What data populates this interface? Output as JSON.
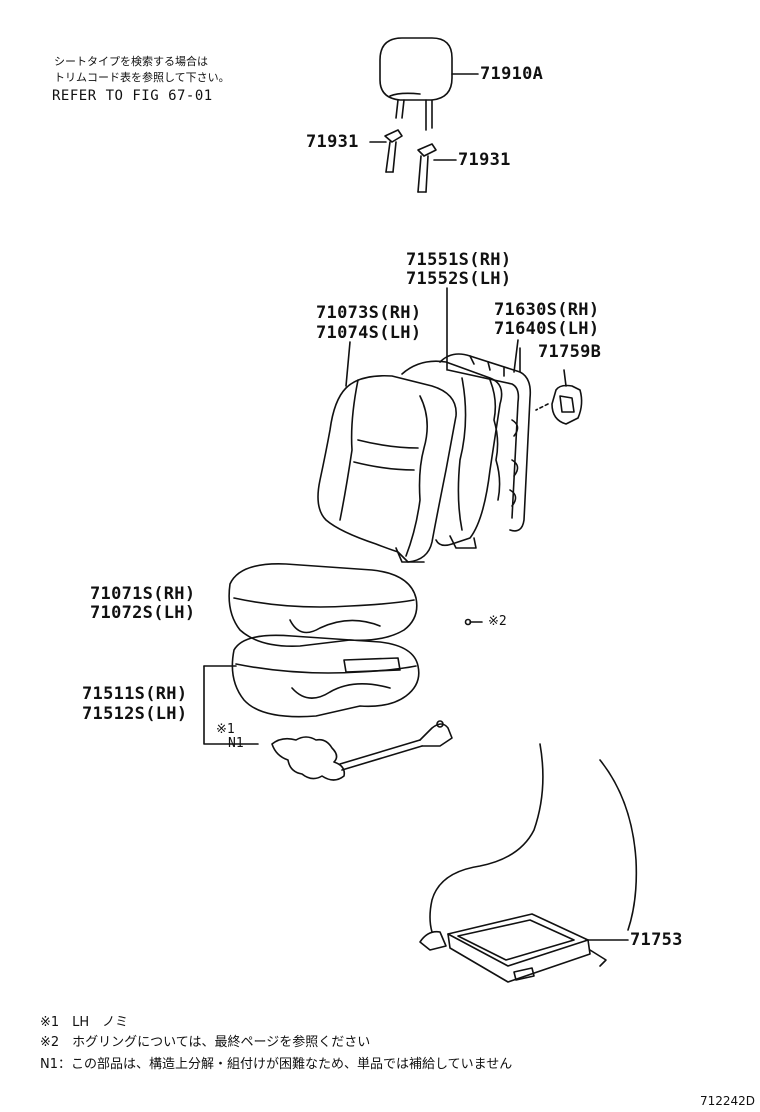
{
  "notes": {
    "trim_line1": "シートタイプを検索する場合は",
    "trim_line2": "トリムコード表を参照して下さい。",
    "refer": "REFER TO FIG 67-01"
  },
  "parts": {
    "headrest": "71910A",
    "support_left": "71931",
    "support_right": "71931",
    "back_frame_rh": "71551S(RH)",
    "back_frame_lh": "71552S(LH)",
    "back_cover_rh": "71073S(RH)",
    "back_cover_lh": "71074S(LH)",
    "back_pad_rh": "71630S(RH)",
    "back_pad_lh": "71640S(LH)",
    "knob": "71759B",
    "cushion_cover_rh": "71071S(RH)",
    "cushion_cover_lh": "71072S(LH)",
    "cushion_pad_rh": "71511S(RH)",
    "cushion_pad_lh": "71512S(LH)",
    "tray": "71753"
  },
  "marks": {
    "hog_ring": "※2",
    "mark1": "※1",
    "n1": "N1"
  },
  "footnotes": {
    "f1": "※1　LH　ノミ",
    "f2": "※2　ホグリングについては、最終ページを参照ください",
    "f3": "N1：この部品は、構造上分解・組付けが困難なため、単品では補給していません"
  },
  "figure_code": "712242D"
}
